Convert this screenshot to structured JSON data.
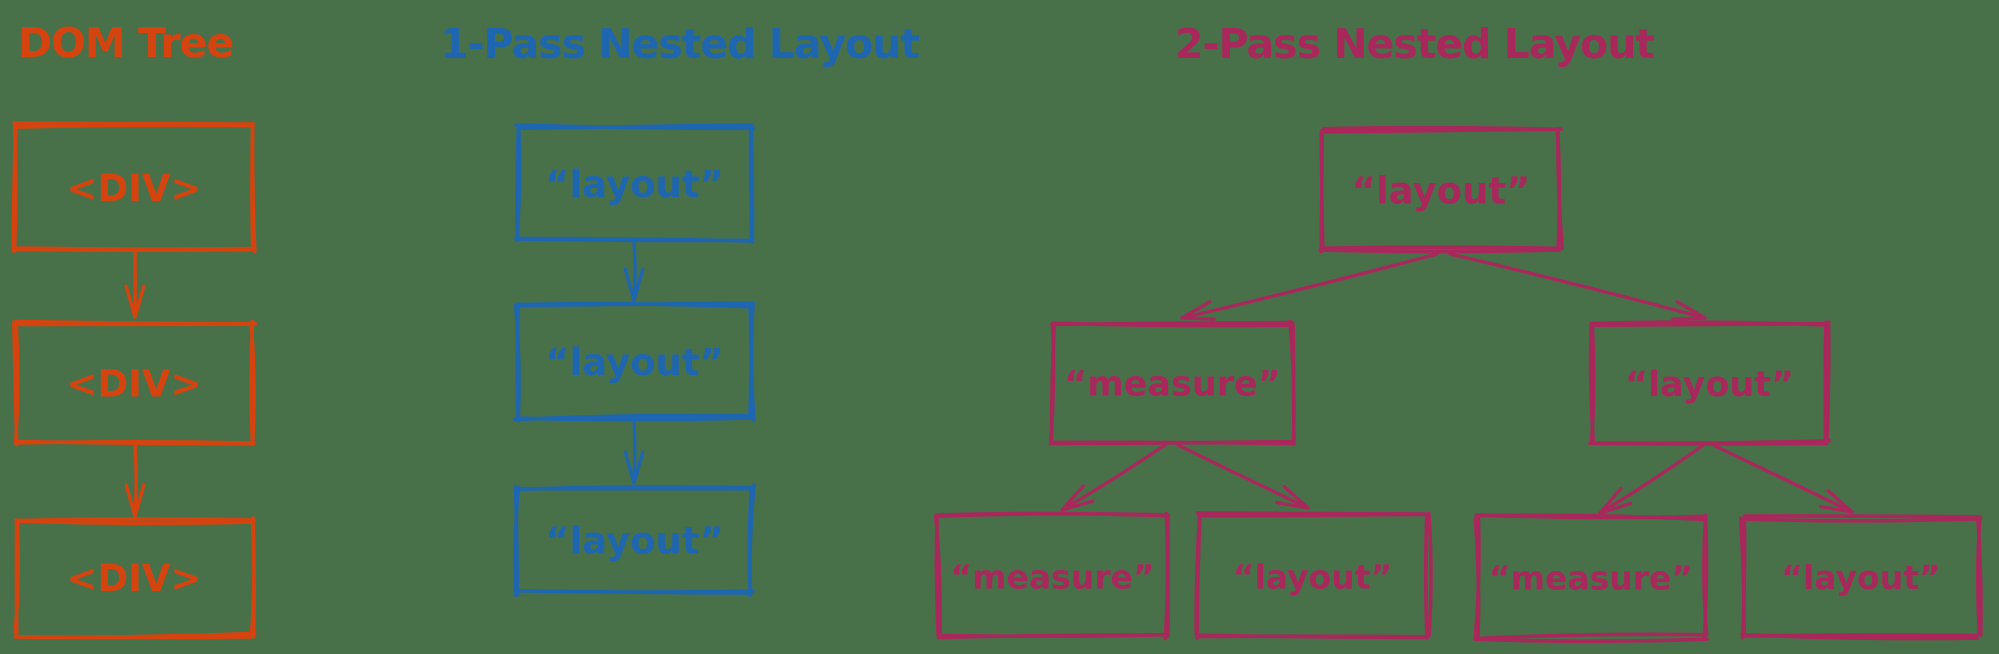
{
  "titles": {
    "dom_tree": "DOM Tree",
    "one_pass": "1-Pass Nested Layout",
    "two_pass": "2-Pass Nested Layout"
  },
  "colors": {
    "background": "#48714a",
    "dom_tree": "#d5440f",
    "one_pass": "#1f66b0",
    "two_pass": "#a9285c"
  },
  "dom_tree": {
    "nodes": [
      {
        "label": "<DIV>"
      },
      {
        "label": "<DIV>"
      },
      {
        "label": "<DIV>"
      }
    ]
  },
  "one_pass": {
    "nodes": [
      {
        "label": "“layout”"
      },
      {
        "label": "“layout”"
      },
      {
        "label": "“layout”"
      }
    ]
  },
  "two_pass": {
    "root": {
      "label": "“layout”"
    },
    "children": [
      {
        "label": "“measure”"
      },
      {
        "label": "“layout”"
      }
    ],
    "leaves": [
      {
        "label": "“measure”"
      },
      {
        "label": "“layout”"
      },
      {
        "label": "“measure”"
      },
      {
        "label": "“layout”"
      }
    ]
  }
}
